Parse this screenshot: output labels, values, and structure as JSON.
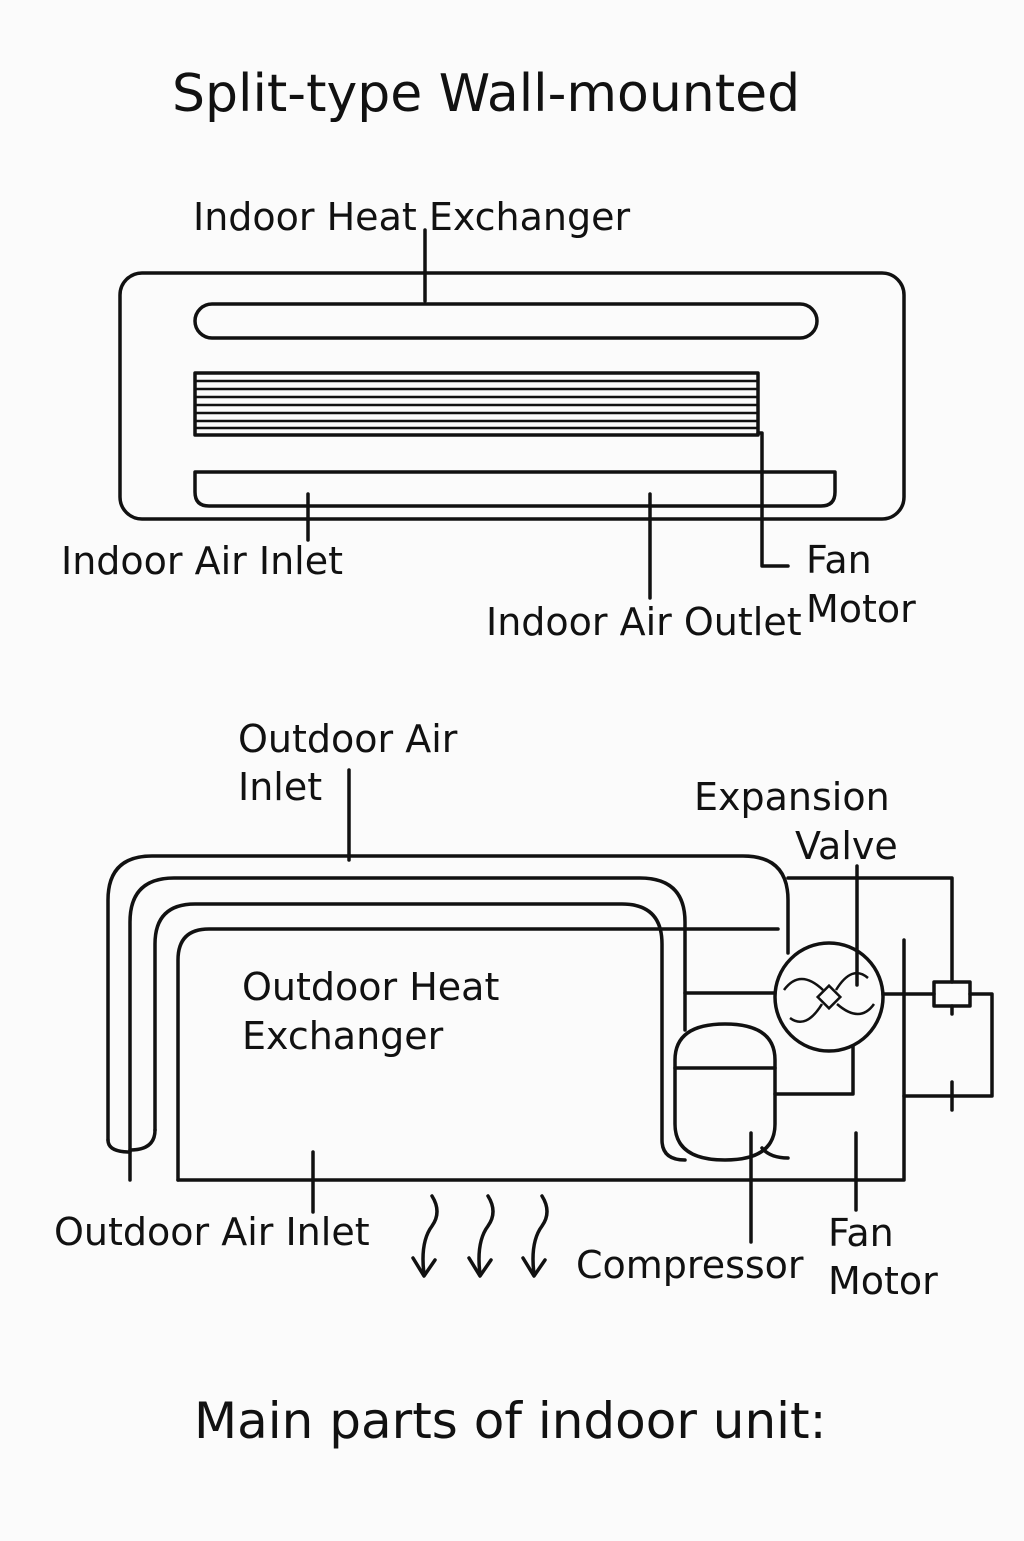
{
  "title": "Split-type Wall-mounted",
  "indoor_unit": {
    "heat_exchanger": "Indoor Heat Exchanger",
    "air_inlet": "Indoor Air Inlet",
    "air_outlet": "Indoor Air Outlet",
    "fan_motor": [
      "Fan",
      "Motor"
    ]
  },
  "outdoor_unit": {
    "air_inlet_top": [
      "Outdoor Air",
      "Inlet"
    ],
    "expansion_valve": [
      "Expansion",
      "Valve"
    ],
    "heat_exchanger": [
      "Outdoor Heat",
      "Exchanger"
    ],
    "air_inlet_bottom": "Outdoor Air Inlet",
    "compressor": "Compressor",
    "fan_motor": [
      "Fan",
      "Motor"
    ]
  },
  "caption": "Main parts of indoor unit:"
}
